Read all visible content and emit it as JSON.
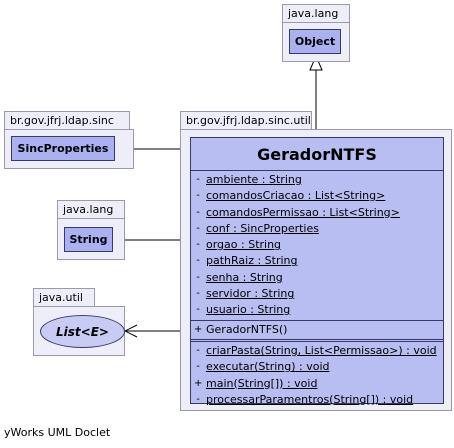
{
  "packages": {
    "java_lang_top": {
      "name": "java.lang",
      "classes": [
        "Object"
      ]
    },
    "sinc": {
      "name": "br.gov.jfrj.ldap.sinc",
      "classes": [
        "SincProperties"
      ]
    },
    "sinc_util": {
      "name": "br.gov.jfrj.ldap.sinc.util"
    },
    "java_lang_mid": {
      "name": "java.lang",
      "classes": [
        "String"
      ]
    },
    "java_util": {
      "name": "java.util",
      "interfaces": [
        "List<E>"
      ]
    }
  },
  "main_class": {
    "name": "GeradorNTFS",
    "attributes": [
      {
        "vis": "-",
        "text": "ambiente : String"
      },
      {
        "vis": "-",
        "text": "comandosCriacao : List<String>"
      },
      {
        "vis": "-",
        "text": "comandosPermissao : List<String>"
      },
      {
        "vis": "-",
        "text": "conf : SincProperties"
      },
      {
        "vis": "-",
        "text": "orgao : String"
      },
      {
        "vis": "-",
        "text": "pathRaiz : String"
      },
      {
        "vis": "-",
        "text": "senha : String"
      },
      {
        "vis": "-",
        "text": "servidor : String"
      },
      {
        "vis": "-",
        "text": "usuario : String"
      }
    ],
    "constructors": [
      {
        "vis": "+",
        "text": "GeradorNTFS()"
      }
    ],
    "methods": [
      {
        "vis": "-",
        "text": "criarPasta(String, List<Permissao>) : void"
      },
      {
        "vis": "-",
        "text": "executar(String) : void"
      },
      {
        "vis": "+",
        "text": "main(String[]) : void"
      },
      {
        "vis": "-",
        "text": "processarParamentros(String[]) : void"
      }
    ]
  },
  "footer": "yWorks UML Doclet"
}
